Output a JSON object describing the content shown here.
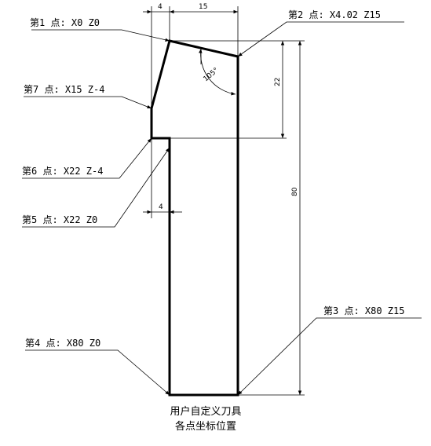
{
  "labels": {
    "p1": "第1 点: X0 Z0",
    "p2": "第2 点: X4.02 Z15",
    "p3": "第3 点: X80 Z15",
    "p4": "第4 点: X80 Z0",
    "p5": "第5 点: X22 Z0",
    "p6": "第6 点: X22 Z-4",
    "p7": "第7 点: X15 Z-4"
  },
  "dimensions": {
    "top_left": "4",
    "top_right": "15",
    "height_22": "22",
    "height_80": "80",
    "width_4": "4",
    "angle": "105°"
  },
  "caption": {
    "line1": "用户自定义刀具",
    "line2": "各点坐标位置"
  }
}
